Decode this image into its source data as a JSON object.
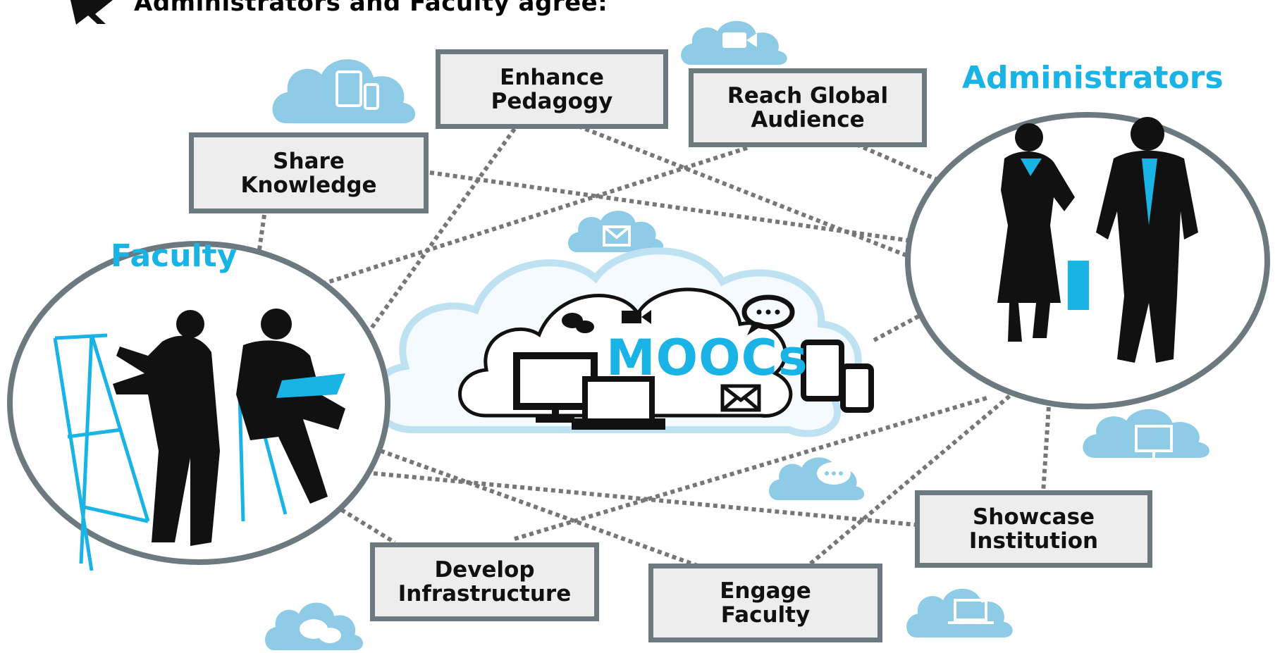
{
  "header": {
    "text": "Administrators and Faculty agree:"
  },
  "groups": {
    "administrators": "Administrators",
    "faculty": "Faculty"
  },
  "center": {
    "label": "MOOCs"
  },
  "goals": [
    {
      "line1": "Enhance",
      "line2": "Pedagogy"
    },
    {
      "line1": "Reach Global",
      "line2": "Audience"
    },
    {
      "line1": "Share",
      "line2": "Knowledge"
    },
    {
      "line1": "Showcase",
      "line2": "Institution"
    },
    {
      "line1": "Develop",
      "line2": "Infrastructure"
    },
    {
      "line1": "Engage",
      "line2": "Faculty"
    }
  ],
  "colors": {
    "accent": "#19b3e6",
    "cloud": "#8ecbe6",
    "box_border": "#6c7a80",
    "box_fill": "#ededed",
    "dash_line": "#777777",
    "silhouette": "#111111"
  },
  "icons": [
    "cursor-arrow-icon",
    "video-camera-icon",
    "tablet-phone-icon",
    "envelope-icon",
    "chat-bubble-icon",
    "desktop-monitor-icon",
    "laptop-icon",
    "speech-bubbles-icon"
  ]
}
